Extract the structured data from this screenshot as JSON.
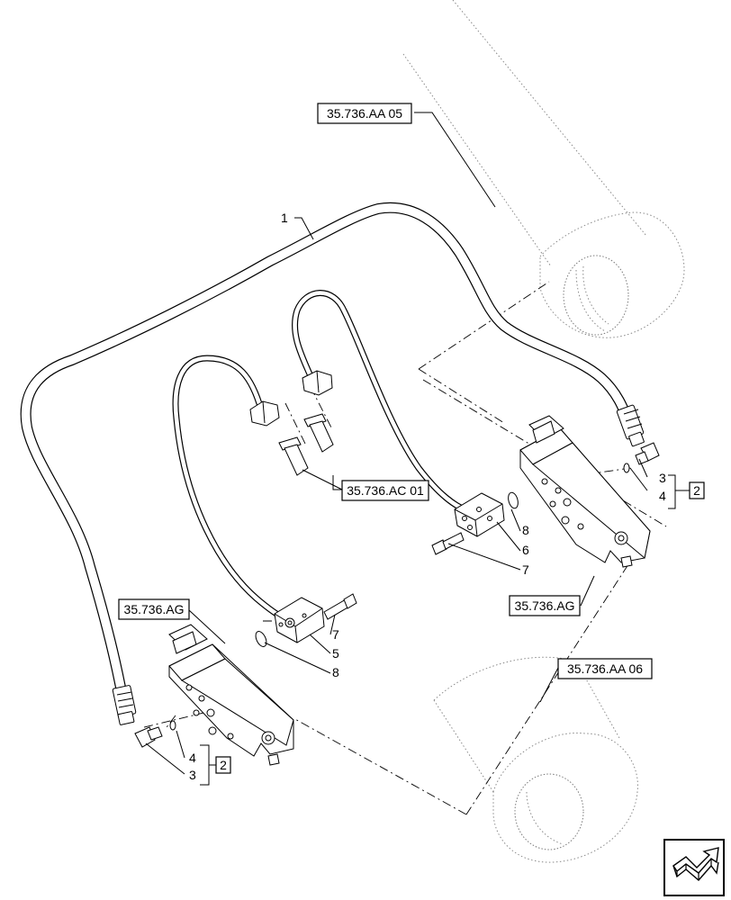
{
  "references": {
    "cyl_upper": "35.736.AA 05",
    "cyl_lower": "35.736.AA 06",
    "check_valves": "35.736.AC 01",
    "valve_right": "35.736.AG",
    "valve_left": "35.736.AG"
  },
  "callouts": {
    "item_1": "1",
    "item_3_right": "3",
    "item_4_right": "4",
    "item_2_right": "2",
    "item_8_right": "8",
    "item_6": "6",
    "item_7_right": "7",
    "item_7_left": "7",
    "item_5": "5",
    "item_8_left": "8",
    "item_4_left": "4",
    "item_3_left": "3",
    "item_2_left": "2"
  },
  "icons": {
    "nav": "next-page-arrow-icon"
  }
}
